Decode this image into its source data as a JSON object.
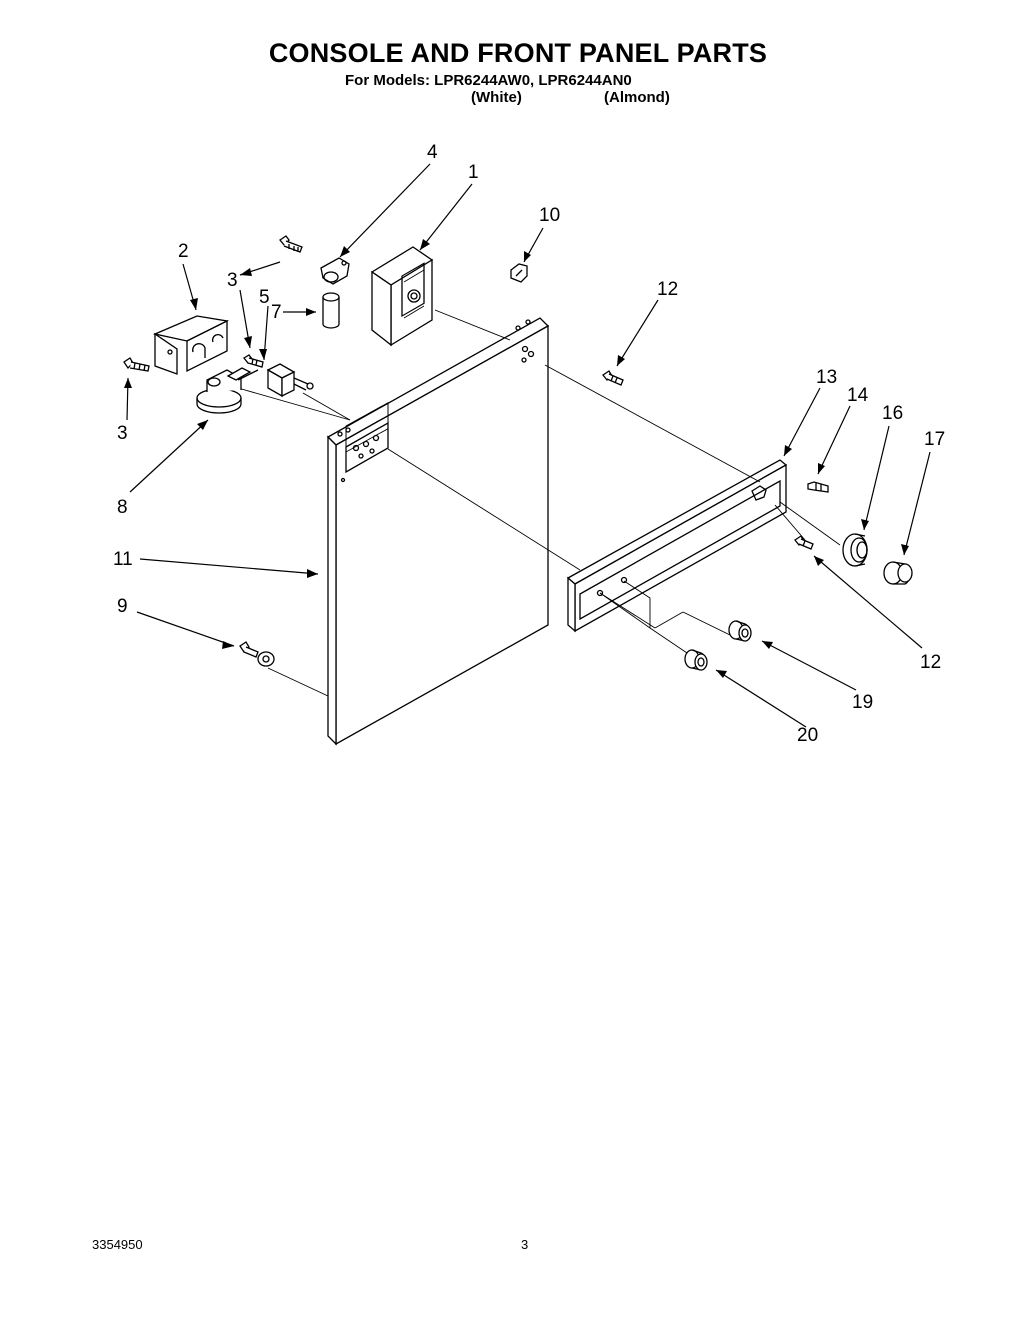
{
  "header": {
    "title": "CONSOLE AND FRONT PANEL PARTS",
    "models_line": "For Models: LPR6244AW0, LPR6244AN0",
    "variant_white": "(White)",
    "variant_almond": "(Almond)"
  },
  "callouts": {
    "c1": "1",
    "c2": "2",
    "c3a": "3",
    "c3b": "3",
    "c4": "4",
    "c5": "5",
    "c7": "7",
    "c8": "8",
    "c9": "9",
    "c10": "10",
    "c11": "11",
    "c12a": "12",
    "c12b": "12",
    "c13": "13",
    "c14": "14",
    "c16": "16",
    "c17": "17",
    "c19": "19",
    "c20": "20"
  },
  "footer": {
    "doc_number": "3354950",
    "page_number": "3"
  }
}
